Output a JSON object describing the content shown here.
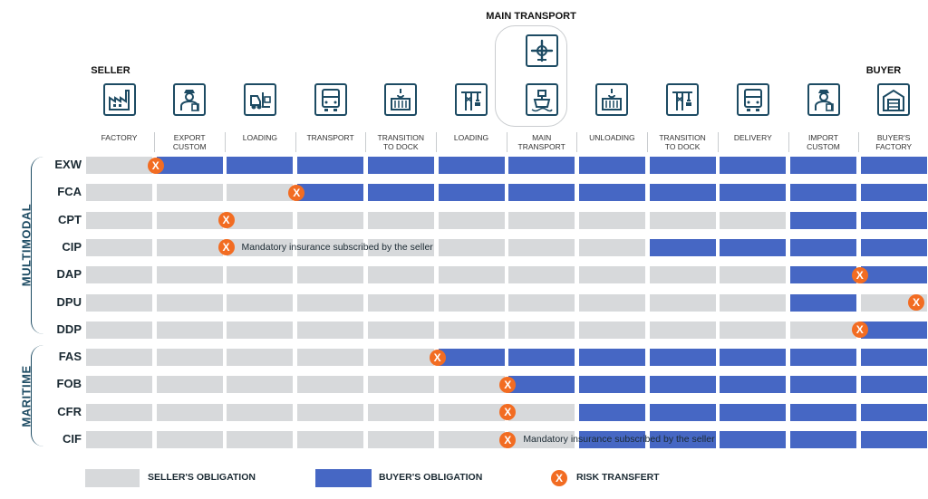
{
  "headers": {
    "seller": "SELLER",
    "buyer": "BUYER",
    "main_transport": "MAIN TRANSPORT"
  },
  "steps": [
    {
      "label1": "FACTORY",
      "label2": "",
      "icon": "factory-icon"
    },
    {
      "label1": "EXPORT",
      "label2": "CUSTOM",
      "icon": "customs-officer-icon"
    },
    {
      "label1": "LOADING",
      "label2": "",
      "icon": "forklift-icon"
    },
    {
      "label1": "TRANSPORT",
      "label2": "",
      "icon": "truck-icon"
    },
    {
      "label1": "TRANSITION",
      "label2": "TO DOCK",
      "icon": "container-hook-icon"
    },
    {
      "label1": "LOADING",
      "label2": "",
      "icon": "port-crane-icon"
    },
    {
      "label1": "MAIN",
      "label2": "TRANSPORT",
      "icon": "ship-icon"
    },
    {
      "label1": "UNLOADING",
      "label2": "",
      "icon": "container-hook-icon"
    },
    {
      "label1": "TRANSITION",
      "label2": "TO DOCK",
      "icon": "port-crane-icon"
    },
    {
      "label1": "DELIVERY",
      "label2": "",
      "icon": "truck-icon"
    },
    {
      "label1": "IMPORT",
      "label2": "CUSTOM",
      "icon": "customs-officer-icon"
    },
    {
      "label1": "BUYER'S",
      "label2": "FACTORY",
      "icon": "warehouse-icon"
    }
  ],
  "extra_icons": [
    "airplane-icon"
  ],
  "groups": [
    {
      "label": "MULTIMODAL"
    },
    {
      "label": "MARITIME"
    }
  ],
  "rows": [
    {
      "code": "EXW",
      "cells": "SBBBBBBBBBBB",
      "risk_col": 0.95,
      "note": ""
    },
    {
      "code": "FCA",
      "cells": "SSSBBBBBBBBB",
      "risk_col": 2.95,
      "note": ""
    },
    {
      "code": "CPT",
      "cells": "SSSSSSSSSSBB",
      "risk_col": 1.95,
      "note": ""
    },
    {
      "code": "CIP",
      "cells": "SSSSSSSSBBBB",
      "risk_col": 1.95,
      "note": "Mandatory insurance subscribed by the seller"
    },
    {
      "code": "DAP",
      "cells": "SSSSSSSSSSBB",
      "risk_col": 10.95,
      "note": ""
    },
    {
      "code": "DPU",
      "cells": "SSSSSSSSSSBS",
      "risk_col": 11.75,
      "note": ""
    },
    {
      "code": "DDP",
      "cells": "SSSSSSSSSSSB",
      "risk_col": 10.95,
      "note": ""
    },
    {
      "code": "FAS",
      "cells": "SSSSSBBBBBBB",
      "risk_col": 4.95,
      "note": ""
    },
    {
      "code": "FOB",
      "cells": "SSSSSSBBBBBB",
      "risk_col": 5.95,
      "note": ""
    },
    {
      "code": "CFR",
      "cells": "SSSSSSSBBBBB",
      "risk_col": 5.95,
      "note": ""
    },
    {
      "code": "CIF",
      "cells": "SSSSSSSBBBBB",
      "risk_col": 5.95,
      "note": "Mandatory insurance subscribed by the seller"
    }
  ],
  "risk_mark": "X",
  "legend": {
    "seller": "SELLER'S OBLIGATION",
    "buyer": "BUYER'S OBLIGATION",
    "risk": "RISK TRANSFERT"
  },
  "colors": {
    "seller": "#d7d9db",
    "buyer": "#4667c4",
    "risk": "#f26c22",
    "icon": "#1d4b63"
  }
}
